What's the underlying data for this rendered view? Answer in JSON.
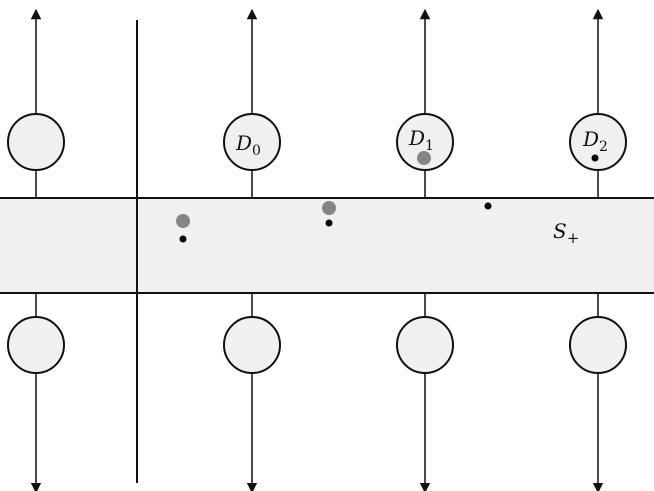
{
  "colors": {
    "background": "#ffffff",
    "strip_fill": "#f0f0f0",
    "circle_fill": "#f0f0f0",
    "stroke": "#111111",
    "gray_dot": "#858585",
    "black_dot": "#000000"
  },
  "labels": {
    "d0": {
      "base": "D",
      "sub": "0"
    },
    "d1": {
      "base": "D",
      "sub": "1"
    },
    "d2": {
      "base": "D",
      "sub": "2"
    },
    "strip": {
      "base": "S",
      "sub": "+"
    }
  }
}
